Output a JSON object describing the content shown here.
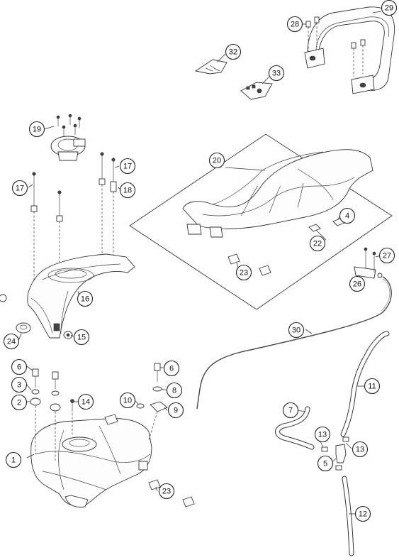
{
  "callouts": [
    {
      "id": "c29",
      "label": "29"
    },
    {
      "id": "c28",
      "label": "28"
    },
    {
      "id": "c32",
      "label": "32"
    },
    {
      "id": "c33",
      "label": "33"
    },
    {
      "id": "c19",
      "label": "19"
    },
    {
      "id": "c20",
      "label": "20"
    },
    {
      "id": "c17a",
      "label": "17"
    },
    {
      "id": "c17b",
      "label": "17"
    },
    {
      "id": "c18",
      "label": "18"
    },
    {
      "id": "c4",
      "label": "4"
    },
    {
      "id": "c22",
      "label": "22"
    },
    {
      "id": "c27",
      "label": "27"
    },
    {
      "id": "c23a",
      "label": "23"
    },
    {
      "id": "c26",
      "label": "26"
    },
    {
      "id": "c16",
      "label": "16"
    },
    {
      "id": "c30",
      "label": "30"
    },
    {
      "id": "c24",
      "label": "24"
    },
    {
      "id": "c15",
      "label": "15"
    },
    {
      "id": "c6a",
      "label": "6"
    },
    {
      "id": "c6b",
      "label": "6"
    },
    {
      "id": "c3",
      "label": "3"
    },
    {
      "id": "c11",
      "label": "11"
    },
    {
      "id": "c8",
      "label": "8"
    },
    {
      "id": "c2",
      "label": "2"
    },
    {
      "id": "c14",
      "label": "14"
    },
    {
      "id": "c10",
      "label": "10"
    },
    {
      "id": "c9",
      "label": "9"
    },
    {
      "id": "c7",
      "label": "7"
    },
    {
      "id": "c13a",
      "label": "13"
    },
    {
      "id": "c13b",
      "label": "13"
    },
    {
      "id": "c1",
      "label": "1"
    },
    {
      "id": "c5",
      "label": "5"
    },
    {
      "id": "c23b",
      "label": "23"
    },
    {
      "id": "c12",
      "label": "12"
    }
  ]
}
